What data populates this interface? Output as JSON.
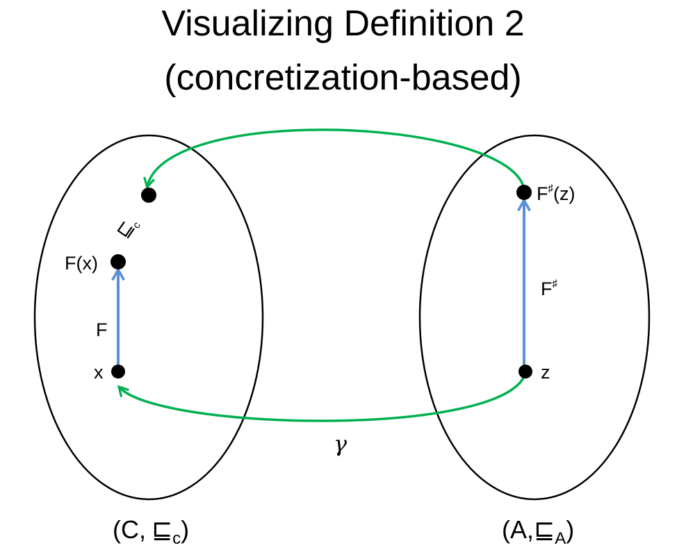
{
  "title": {
    "line1": "Visualizing Definition 2",
    "line2": "(concretization-based)"
  },
  "concrete": {
    "set_label": "(C,",
    "order_symbol": "⊑",
    "order_sub": "c",
    "set_close": ")",
    "x_label": "x",
    "fx_label": "F(x)",
    "f_label": "F",
    "leq_symbol": "⊑",
    "leq_sub": "c"
  },
  "abstract": {
    "set_label": "(A,",
    "order_symbol": "⊑",
    "order_sub": "A",
    "set_close": ")",
    "z_label": "z",
    "fz_prefix": "F",
    "fz_sharp": "♯",
    "fz_suffix": "(z)",
    "fsharp_label": "F",
    "fsharp_sup": "♯"
  },
  "gamma_label": "γ",
  "colors": {
    "concretization_arrows": "#00B050",
    "function_arrows": "#5B8FD6",
    "outline": "#000000"
  }
}
